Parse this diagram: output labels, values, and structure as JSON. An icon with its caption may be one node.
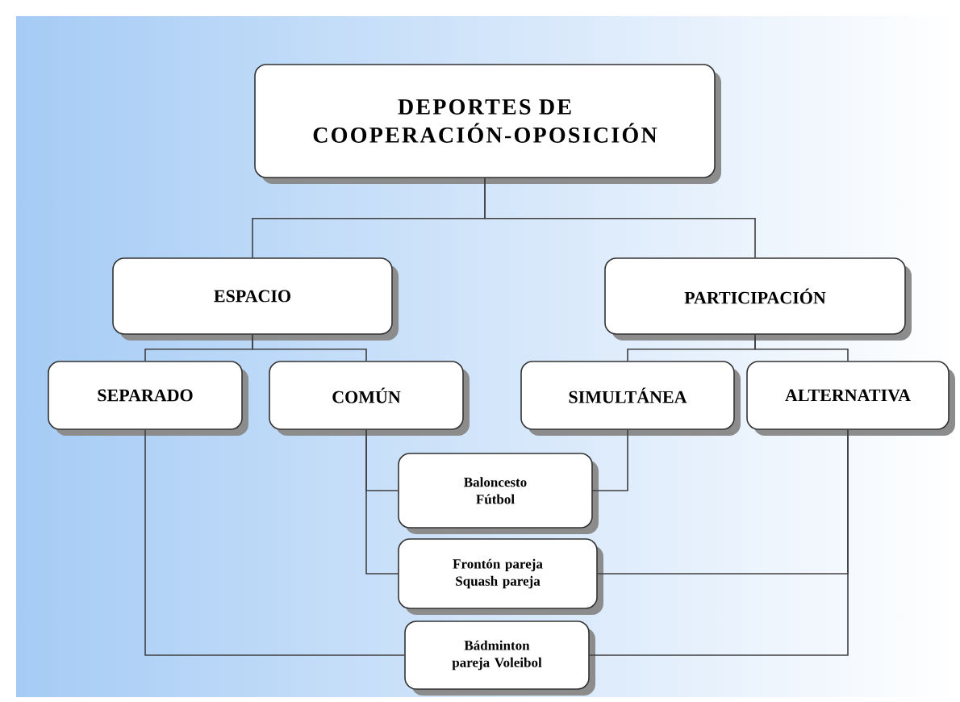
{
  "diagram": {
    "nodes": [
      {
        "text": [
          "DEPORTES DE COOPERACIÓN-OPOSICIÓN"
        ]
      },
      {
        "text": [
          "ESPACIO"
        ]
      },
      {
        "text": [
          "PARTICIPACIÓN"
        ]
      },
      {
        "text": [
          "SEPARADO"
        ]
      },
      {
        "text": [
          "COMÚN"
        ]
      },
      {
        "text": [
          "SIMULTÁNEA"
        ]
      },
      {
        "text": [
          "ALTERNATIVA"
        ]
      },
      {
        "text": [
          "Baloncesto Fútbol"
        ]
      },
      {
        "text": [
          "Frontón pareja Squash pareja"
        ]
      },
      {
        "text": [
          "Bádminton pareja Voleibol"
        ]
      }
    ],
    "edges": [
      {
        "from": 0,
        "to": 1,
        "arrow": "none"
      },
      {
        "from": 0,
        "to": 2,
        "arrow": "none"
      },
      {
        "from": 1,
        "to": 3,
        "arrow": "none"
      },
      {
        "from": 1,
        "to": 4,
        "arrow": "none"
      },
      {
        "from": 2,
        "to": 5,
        "arrow": "none"
      },
      {
        "from": 2,
        "to": 6,
        "arrow": "none"
      },
      {
        "from": 4,
        "to": 7,
        "arrow": "none"
      },
      {
        "from": 5,
        "to": 7,
        "arrow": "none"
      },
      {
        "from": 4,
        "to": 8,
        "arrow": "none"
      },
      {
        "from": 6,
        "to": 8,
        "arrow": "none"
      },
      {
        "from": 3,
        "to": 9,
        "arrow": "none"
      },
      {
        "from": 6,
        "to": 9,
        "arrow": "none"
      }
    ]
  }
}
